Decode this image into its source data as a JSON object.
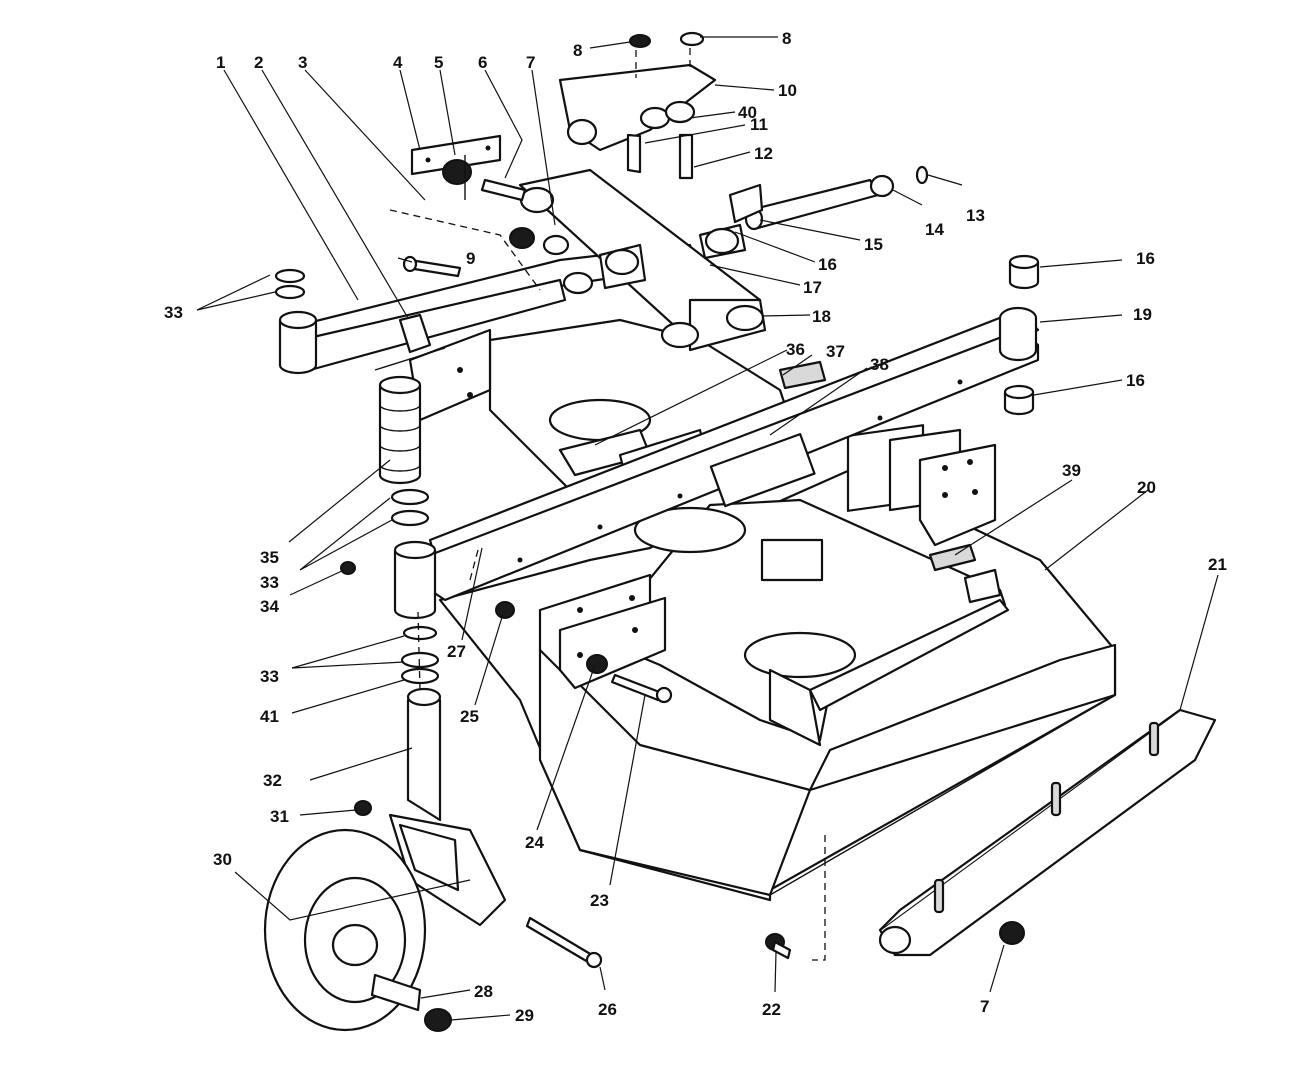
{
  "diagram": {
    "callouts": [
      {
        "id": "c1",
        "text": "1"
      },
      {
        "id": "c2",
        "text": "2"
      },
      {
        "id": "c3",
        "text": "3"
      },
      {
        "id": "c4",
        "text": "4"
      },
      {
        "id": "c5",
        "text": "5"
      },
      {
        "id": "c6",
        "text": "6"
      },
      {
        "id": "c7a",
        "text": "7"
      },
      {
        "id": "c8a",
        "text": "8"
      },
      {
        "id": "c8b",
        "text": "8"
      },
      {
        "id": "c10",
        "text": "10"
      },
      {
        "id": "c40",
        "text": "40"
      },
      {
        "id": "c11",
        "text": "11"
      },
      {
        "id": "c12",
        "text": "12"
      },
      {
        "id": "c13",
        "text": "13"
      },
      {
        "id": "c14",
        "text": "14"
      },
      {
        "id": "c15",
        "text": "15"
      },
      {
        "id": "c16a",
        "text": "16"
      },
      {
        "id": "c17",
        "text": "17"
      },
      {
        "id": "c18",
        "text": "18"
      },
      {
        "id": "c9",
        "text": "9"
      },
      {
        "id": "c33a",
        "text": "33"
      },
      {
        "id": "c16b",
        "text": "16"
      },
      {
        "id": "c19",
        "text": "19"
      },
      {
        "id": "c16c",
        "text": "16"
      },
      {
        "id": "c36",
        "text": "36"
      },
      {
        "id": "c37",
        "text": "37"
      },
      {
        "id": "c38",
        "text": "38"
      },
      {
        "id": "c39",
        "text": "39"
      },
      {
        "id": "c20",
        "text": "20"
      },
      {
        "id": "c21",
        "text": "21"
      },
      {
        "id": "c35",
        "text": "35"
      },
      {
        "id": "c33b",
        "text": "33"
      },
      {
        "id": "c34",
        "text": "34"
      },
      {
        "id": "c27",
        "text": "27"
      },
      {
        "id": "c33c",
        "text": "33"
      },
      {
        "id": "c41",
        "text": "41"
      },
      {
        "id": "c25",
        "text": "25"
      },
      {
        "id": "c24",
        "text": "24"
      },
      {
        "id": "c23",
        "text": "23"
      },
      {
        "id": "c32",
        "text": "32"
      },
      {
        "id": "c31",
        "text": "31"
      },
      {
        "id": "c30",
        "text": "30"
      },
      {
        "id": "c28",
        "text": "28"
      },
      {
        "id": "c29",
        "text": "29"
      },
      {
        "id": "c26",
        "text": "26"
      },
      {
        "id": "c22",
        "text": "22"
      },
      {
        "id": "c7b",
        "text": "7"
      }
    ]
  }
}
